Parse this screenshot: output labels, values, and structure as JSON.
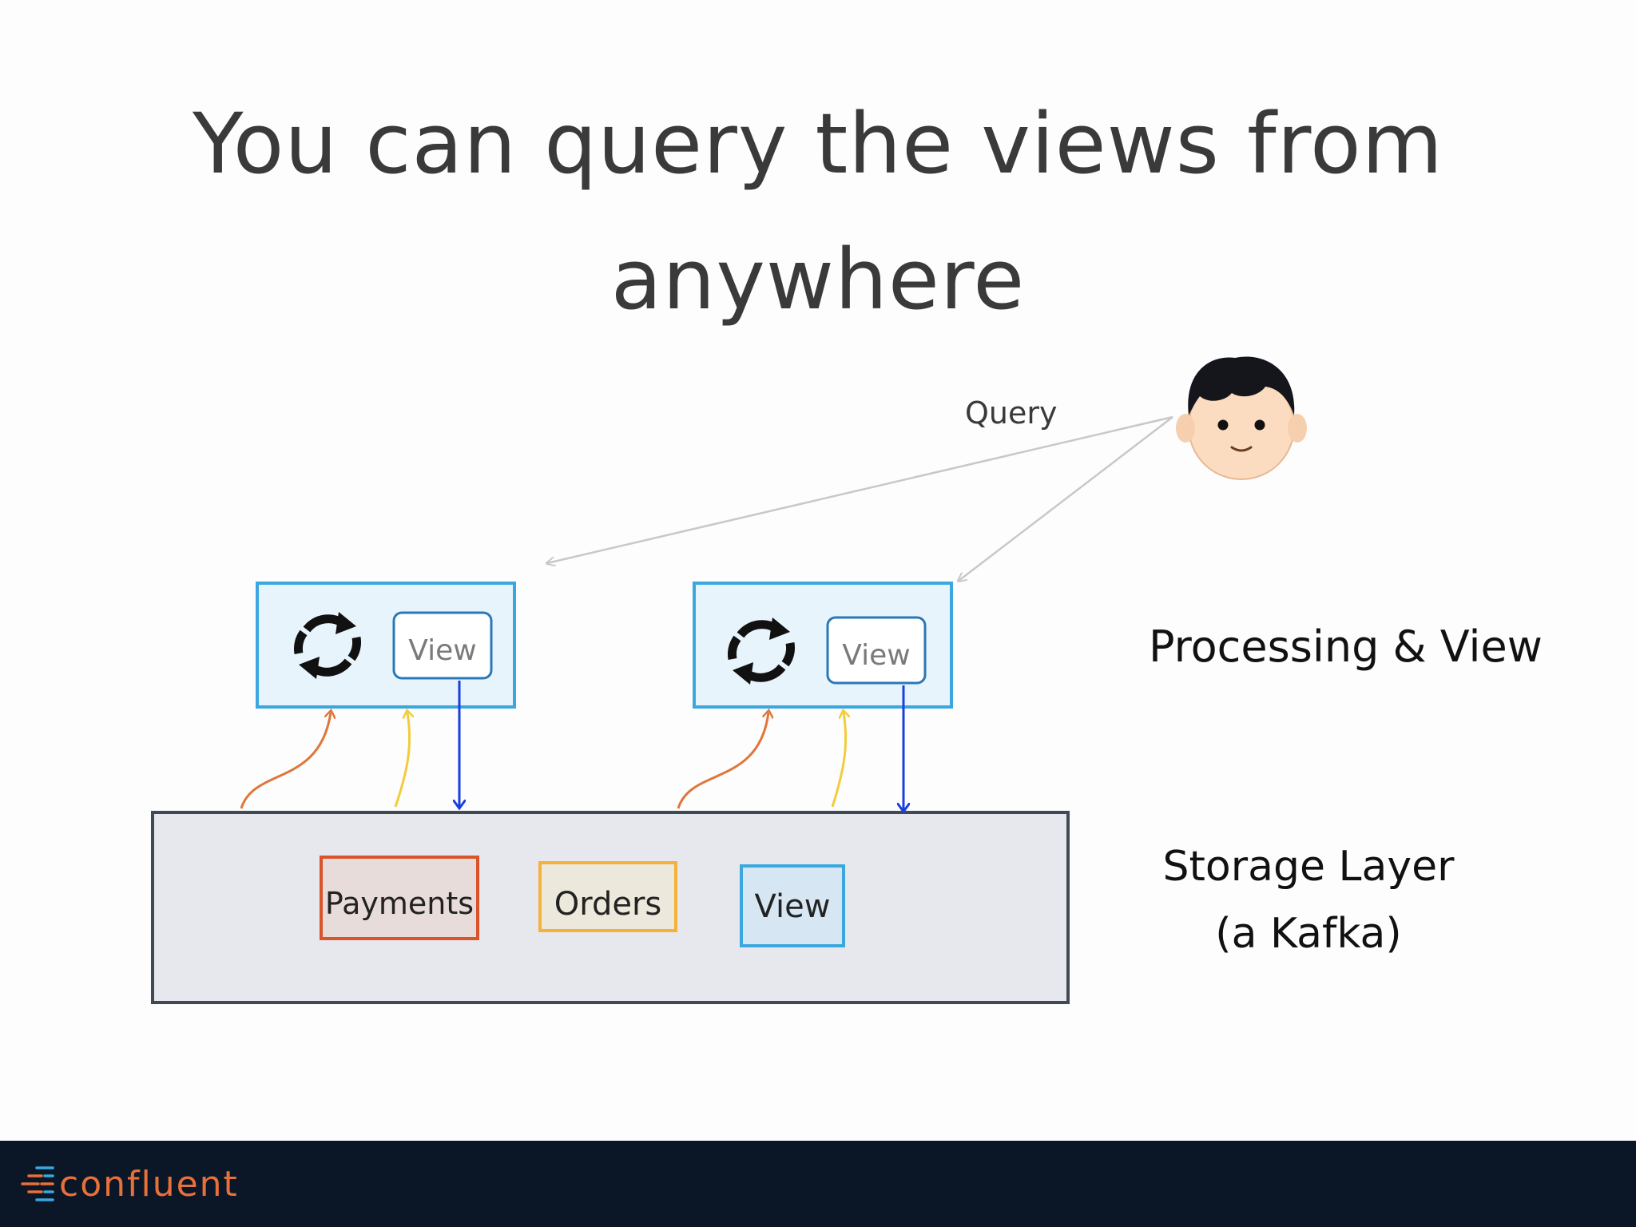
{
  "title": {
    "line1": "You can query the views from",
    "line2": "anywhere"
  },
  "query_label": "Query",
  "processing_units": [
    {
      "view_label": "View"
    },
    {
      "view_label": "View"
    }
  ],
  "layer_labels": {
    "processing": "Processing & View",
    "storage_line1": "Storage Layer",
    "storage_line2": "(a Kafka)"
  },
  "topics": [
    {
      "label": "Payments",
      "color": "#d9542b"
    },
    {
      "label": "Orders",
      "color": "#f4b23b"
    },
    {
      "label": "View",
      "color": "#3aa8de"
    }
  ],
  "logo": {
    "text": "confluent",
    "color": "#e8703a"
  },
  "colors": {
    "process_border": "#3aa8de",
    "process_fill": "#e8f4fc",
    "storage_fill": "#e6e8ee",
    "storage_border": "#3f4a55",
    "arrow_orange": "#e0763a",
    "arrow_yellow": "#f2cc3a",
    "arrow_blue": "#1a3fe0",
    "query_arrow": "#c8c8c8",
    "footer": "#0b1726"
  },
  "icons": [
    "person-face-icon",
    "refresh-cycle-icon",
    "confluent-logo-icon"
  ]
}
